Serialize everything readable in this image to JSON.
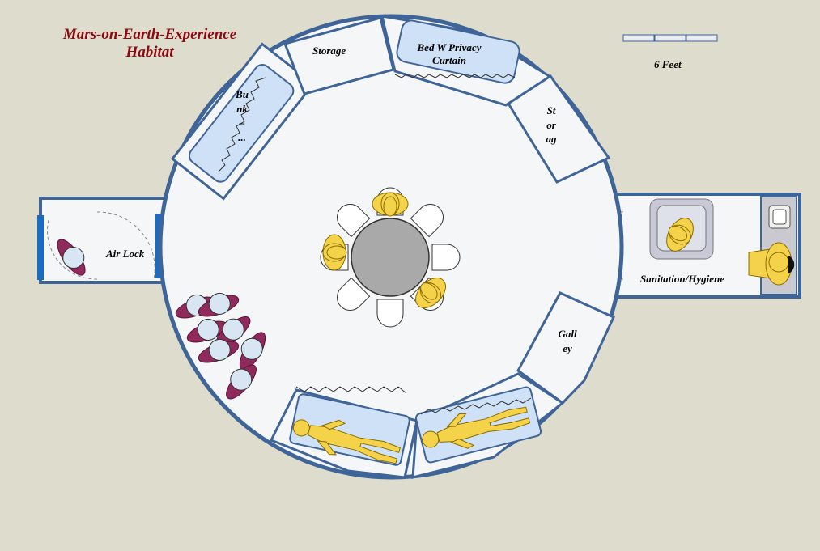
{
  "title": {
    "line1": "Mars-on-Earth-Experience",
    "line2": "Habitat"
  },
  "scale": {
    "label": "6 Feet",
    "segments": 3
  },
  "rooms": {
    "storage_top": "Storage",
    "bed_privacy": {
      "line1": "Bed W Privacy",
      "line2": "Curtain"
    },
    "bunk": [
      "Bu",
      "nk",
      "–",
      "..."
    ],
    "storage_right": [
      "St",
      "or",
      "ag"
    ],
    "galley": [
      "Gall",
      "ey"
    ],
    "airlock": "Air Lock",
    "sanitation": "Sanitation/Hygiene"
  },
  "colors": {
    "background": "#dedccc",
    "hull": "#3f6497",
    "floor": "#f5f6f8",
    "bunk_fill": "#cfe1f6",
    "crew": "#f4d249",
    "suit": "#912a5c",
    "table": "#a9a9a9",
    "door": "#1a6bc2",
    "title": "#8b0a12"
  },
  "icons": [
    "person-icon",
    "suited-astronaut-icon",
    "chair-icon",
    "table-icon",
    "sink-icon",
    "toilet-icon"
  ]
}
